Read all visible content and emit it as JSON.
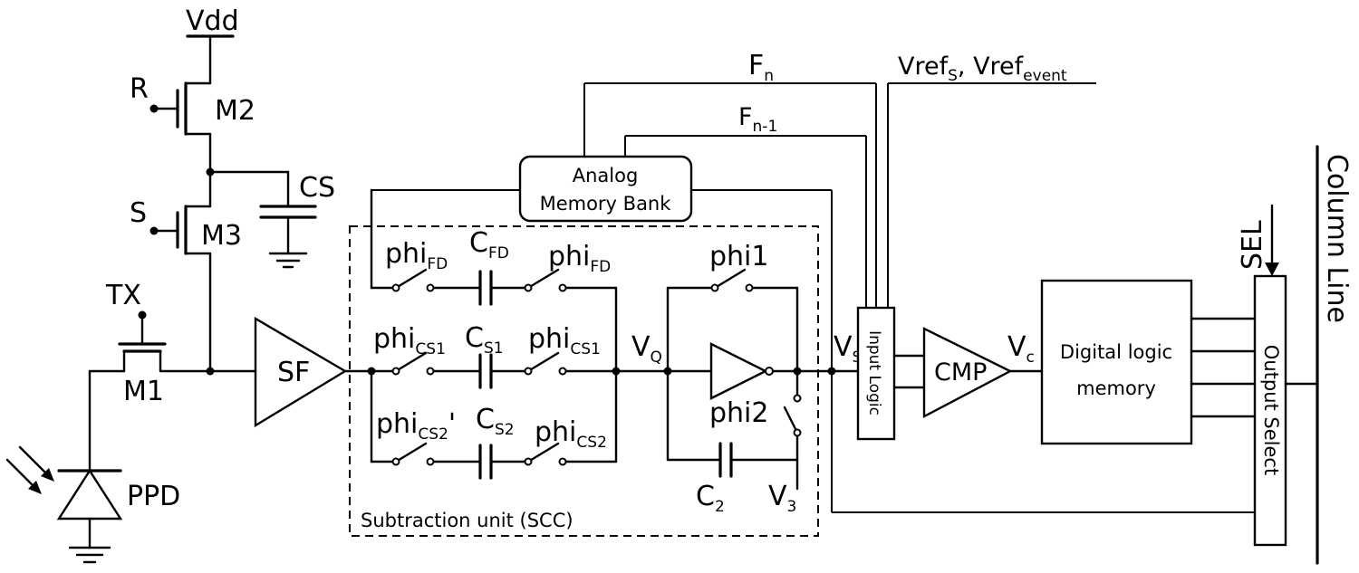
{
  "labels": {
    "vdd": "Vdd",
    "r": "R",
    "m2": "M2",
    "s": "S",
    "m3": "M3",
    "cs": "CS",
    "tx": "TX",
    "m1": "M1",
    "ppd": "PPD",
    "sf": "SF",
    "analog_memory_line1": "Analog",
    "analog_memory_line2": "Memory Bank",
    "fn_main": "F",
    "fn_sub": "n",
    "fn1_main": "F",
    "fn1_sub": "n-1",
    "vref_s_main": "Vref",
    "vref_s_sub": "S",
    "vref_sep": ", Vref",
    "vref_event_sub": "event",
    "phi_fd_main": "phi",
    "phi_fd_sub": "FD",
    "cfd_main": "C",
    "cfd_sub": "FD",
    "phi_cs1_main": "phi",
    "phi_cs1_sub": "CS1",
    "cs1_main": "C",
    "cs1_sub": "S1",
    "phi_cs2_main": "phi",
    "phi_cs2_sub": "CS2",
    "phi_cs2_prime": "'",
    "cs2_main": "C",
    "cs2_sub": "S2",
    "vq_main": "V",
    "vq_sub": "Q",
    "phi1": "phi1",
    "phi2": "phi2",
    "c2_main": "C",
    "c2_sub": "2",
    "v3_main": "V",
    "v3_sub": "3",
    "vs_main": "V",
    "vs_sub": "S",
    "subtraction_unit": "Subtraction unit (SCC)",
    "input_logic": "Input Logic",
    "cmp": "CMP",
    "vc_main": "V",
    "vc_sub": "c",
    "digital_logic_line1": "Digital logic",
    "digital_logic_line2": "memory",
    "sel": "SEL",
    "output_select": "Output Select",
    "column_line": "Column Line"
  }
}
